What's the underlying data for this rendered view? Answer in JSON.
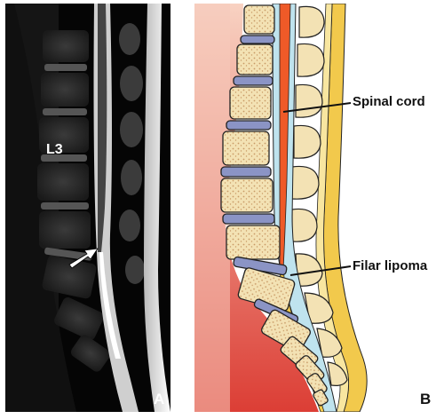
{
  "panel_a": {
    "vertebra_label": "L3",
    "panel_letter": "A",
    "arrow_icon": "white-arrow-icon"
  },
  "panel_b": {
    "panel_letter": "B",
    "labels": {
      "spinal_cord": "Spinal cord",
      "filar_lipoma": "Filar lipoma"
    }
  },
  "colors": {
    "skin_gradient_start": "#f7d7c8",
    "skin_gradient_end": "#d83a35",
    "bone": "#f3e2b4",
    "bone_speckle": "#c89a66",
    "disc": "#8b94c5",
    "csf": "#bfe3ee",
    "cord": "#ef5a28",
    "fat_layer": "#f2c94c",
    "outline": "#222222"
  }
}
